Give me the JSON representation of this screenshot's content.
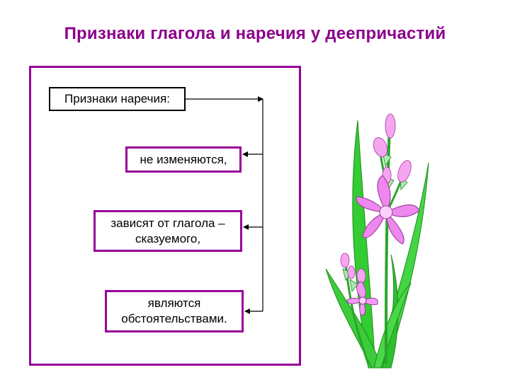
{
  "title": "Признаки глагола и наречия у деепричастий",
  "diagram": {
    "header": "Признаки наречия:",
    "items": [
      "не изменяются,",
      "зависят от глагола – сказуемого,",
      "являются обстоятельствами."
    ]
  },
  "colors": {
    "title": "#8b008b",
    "frame": "#990099",
    "flower_petal": "#ee88ee",
    "leaf": "#33cc33"
  },
  "icons": [
    "gladiolus-flower-illustration"
  ]
}
